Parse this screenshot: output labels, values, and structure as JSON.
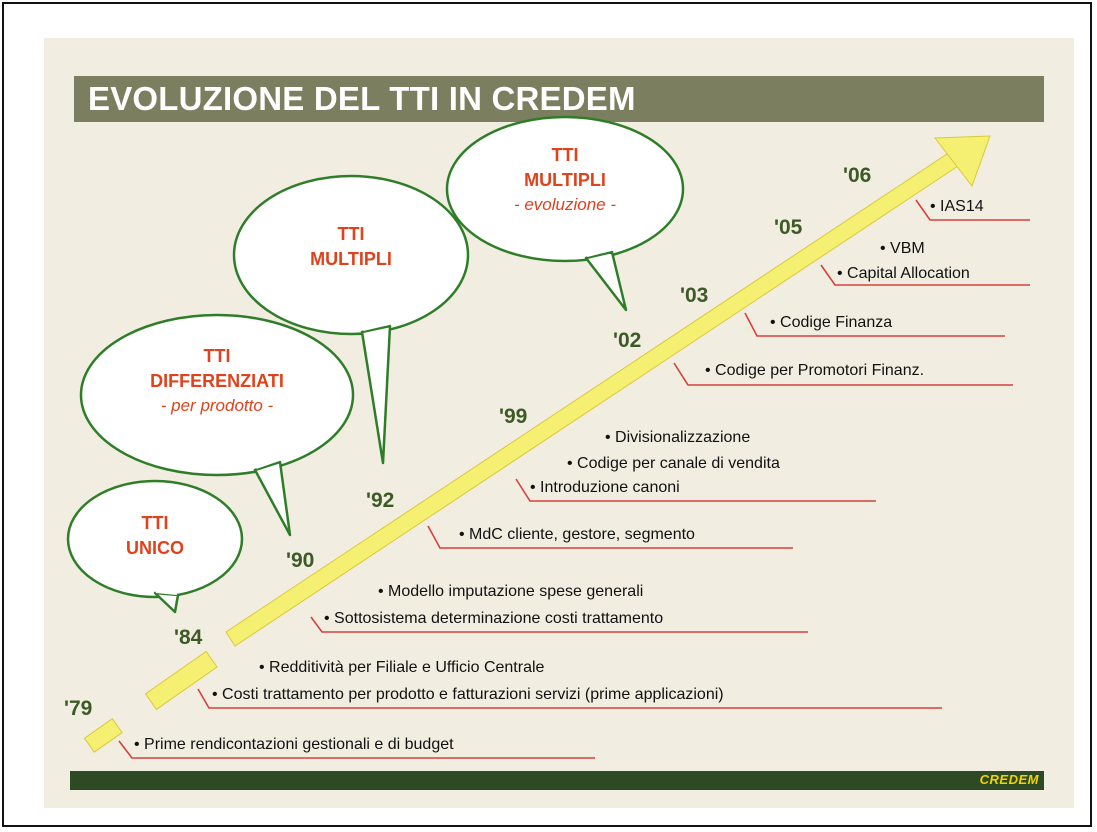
{
  "title": "EVOLUZIONE DEL TTI IN CREDEM",
  "brand": "CREDEM",
  "colors": {
    "arrow": "#f5f071",
    "title_bar": "#7b7f5f",
    "bottom_bar": "#2e4a24",
    "bubble_border": "#2f7d28",
    "bubble_text": "#e0421c",
    "year_text": "#3d5a26",
    "underline": "#d6403a"
  },
  "years": {
    "y79": "'79",
    "y84": "'84",
    "y90": "'90",
    "y92": "'92",
    "y99": "'99",
    "y02": "'02",
    "y03": "'03",
    "y05": "'05",
    "y06": "'06"
  },
  "bubbles": {
    "unico": {
      "line1": "TTI",
      "line2": "UNICO"
    },
    "differenziati": {
      "line1": "TTI",
      "line2": "DIFFERENZIATI",
      "line3": "- per prodotto -"
    },
    "multipli": {
      "line1": "TTI",
      "line2": "MULTIPLI"
    },
    "multipli_evo": {
      "line1": "TTI",
      "line2": "MULTIPLI",
      "line3": "- evoluzione -"
    }
  },
  "items": {
    "i1": "• Prime rendicontazioni gestionali e di budget",
    "i2": "• Redditività per Filiale e Ufficio Centrale",
    "i3": "• Costi trattamento per prodotto e fatturazioni servizi (prime applicazioni)",
    "i4": "• Modello imputazione spese generali",
    "i5": "• Sottosistema determinazione costi trattamento",
    "i6": "• MdC cliente, gestore, segmento",
    "i7": "• Divisionalizzazione",
    "i8": "• Codige per canale di vendita",
    "i9": "• Introduzione canoni",
    "i10": "• Codige per Promotori Finanz.",
    "i11": "• Codige Finanza",
    "i12": "• VBM",
    "i13": "• Capital Allocation",
    "i14": "• IAS14"
  }
}
